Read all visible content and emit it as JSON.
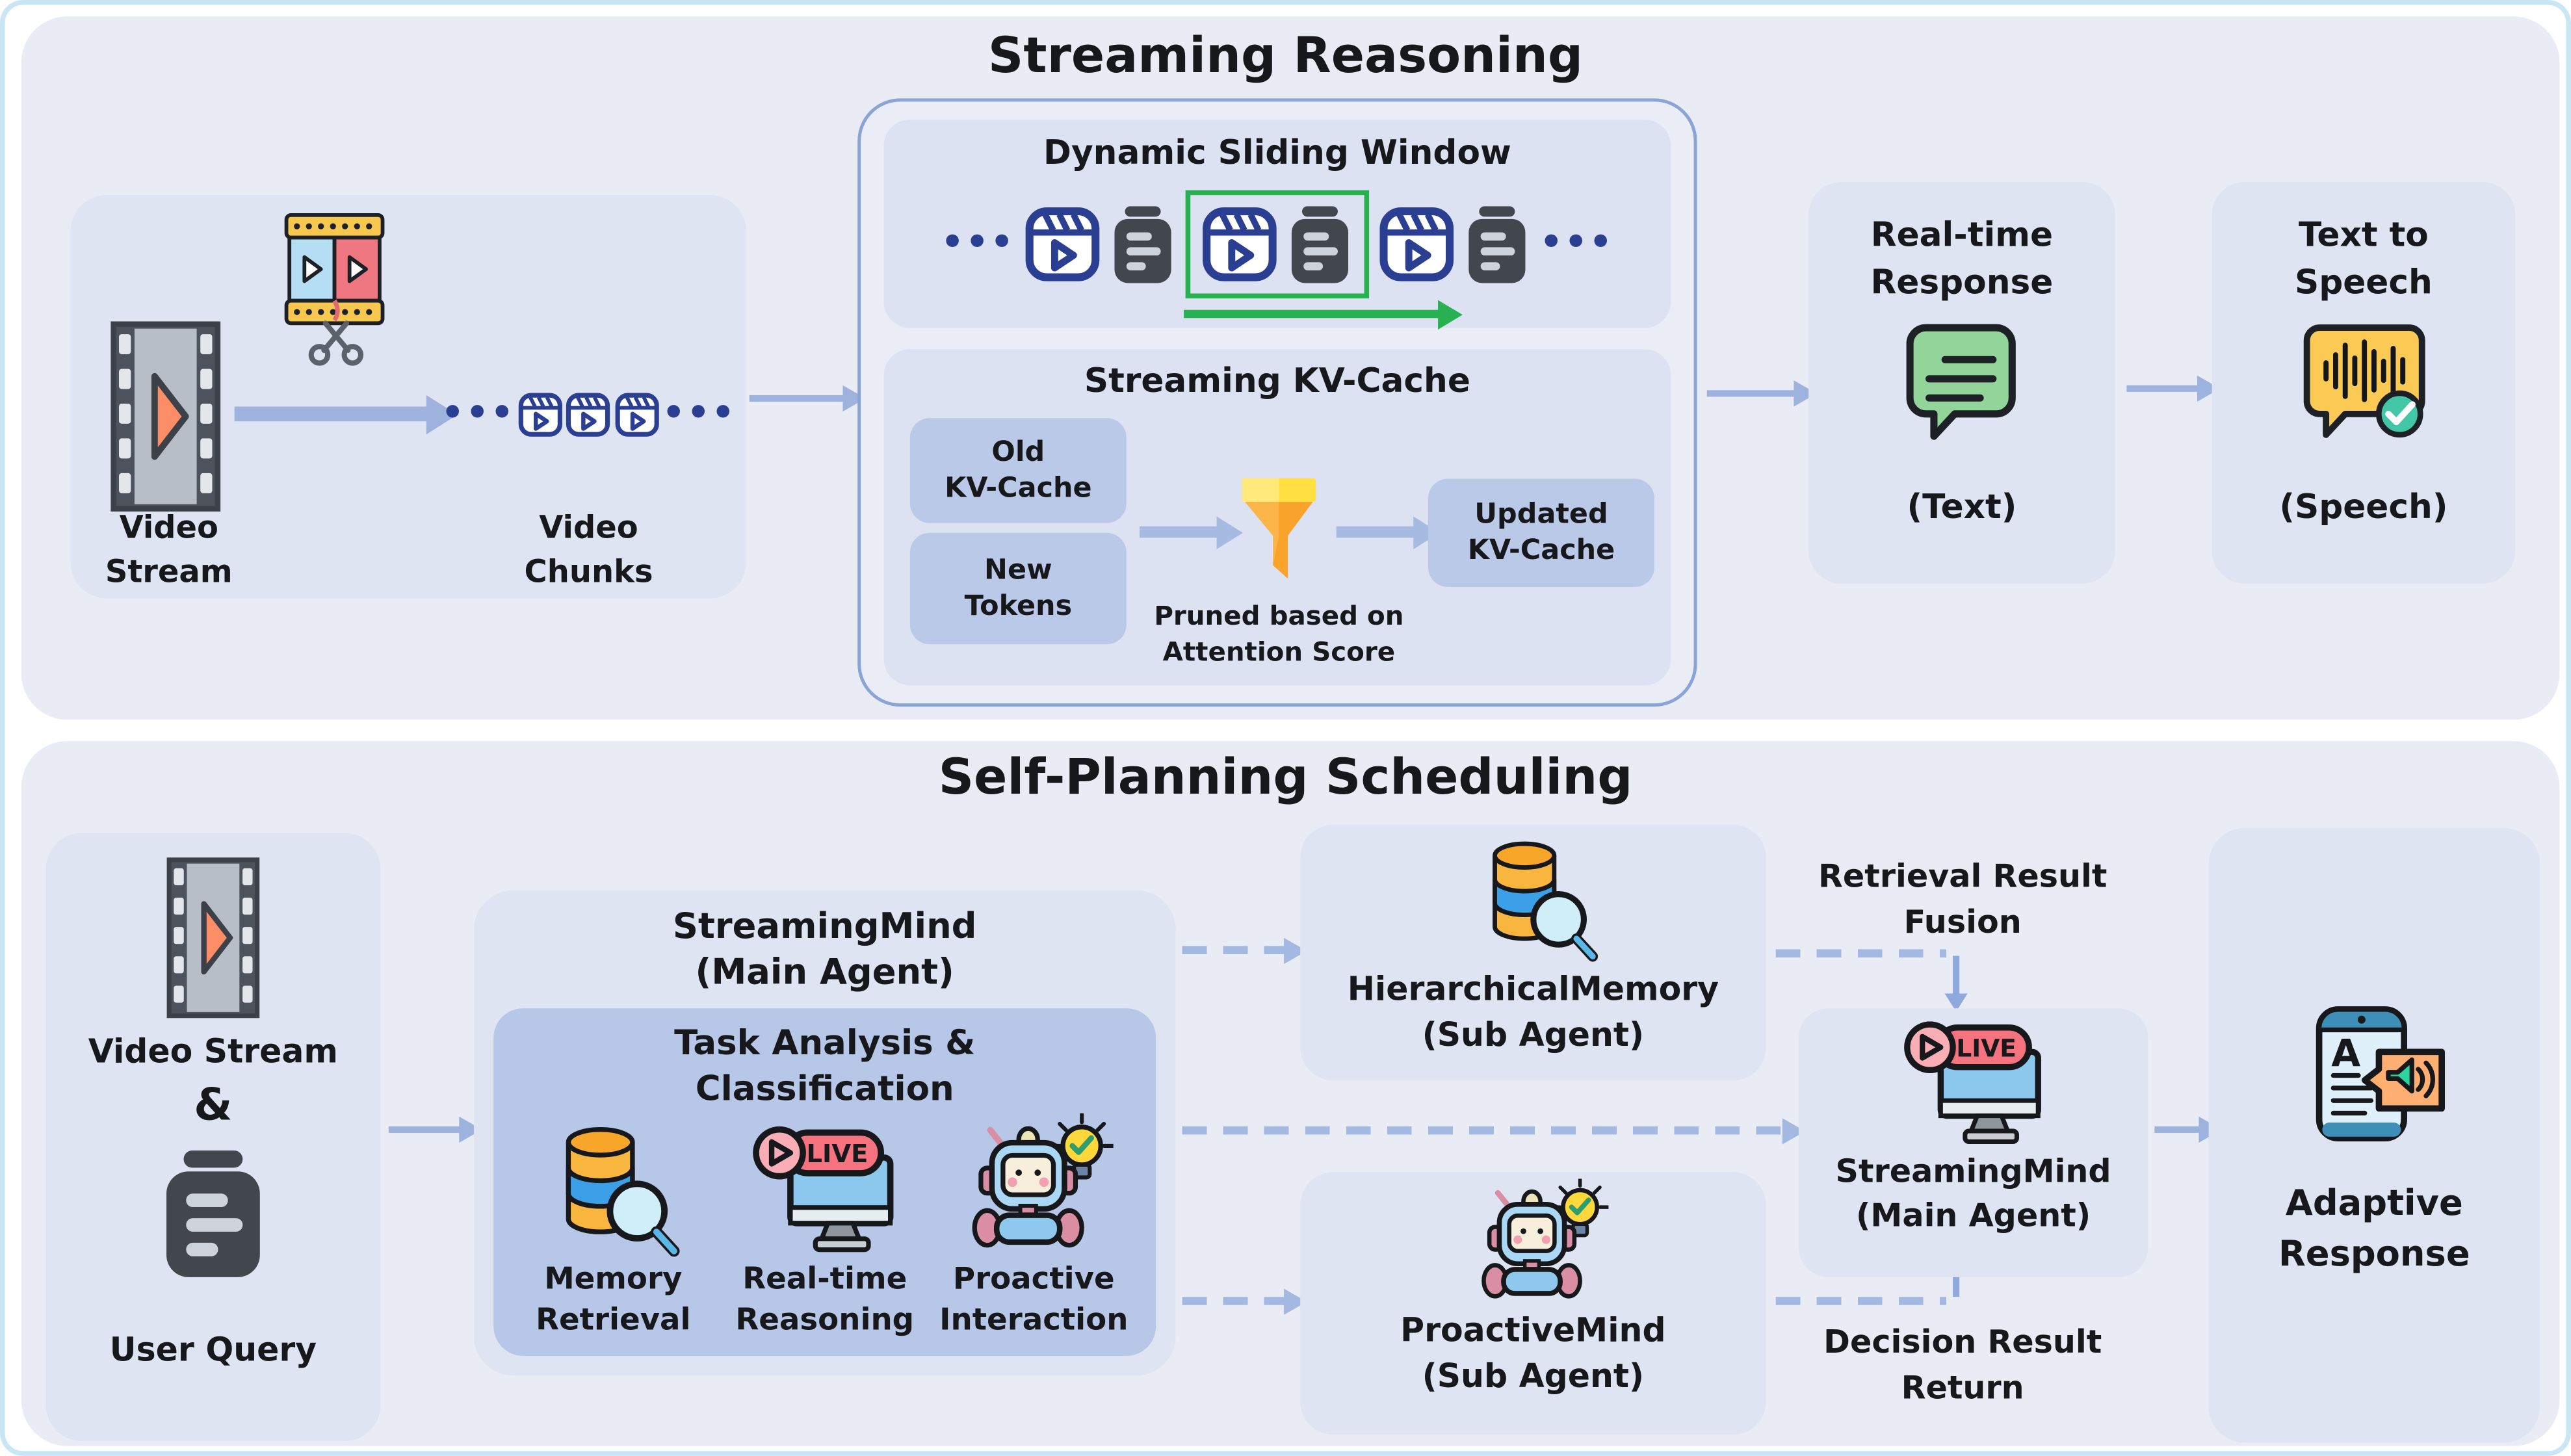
{
  "colors": {
    "page_border": "#c9e6f5",
    "panel_bg": "#e9ecf5",
    "box_bg": "#dfe4f2",
    "inner_box_bg": "#dce2f1",
    "chip_bg": "#bac9e8",
    "task_box_bg": "#b7c7e7",
    "container_border": "#8ba4d6",
    "arrow": "#9db3de",
    "dashed_arrow": "#a4b9e1",
    "highlight_green": "#27b150",
    "icon_navy": "#2a3f92",
    "live_red": "#f4737f"
  },
  "top": {
    "title": "Streaming Reasoning",
    "ellipsis": "•••",
    "video_stream_label": [
      "Video",
      "Stream"
    ],
    "video_chunks_label": [
      "Video",
      "Chunks"
    ],
    "sliding_window_title": "Dynamic Sliding Window",
    "kv_cache_title": "Streaming KV-Cache",
    "old_kv": [
      "Old",
      "KV-Cache"
    ],
    "new_tokens": [
      "New",
      "Tokens"
    ],
    "updated_kv": [
      "Updated",
      "KV-Cache"
    ],
    "pruned_note": [
      "Pruned based on",
      "Attention Score"
    ],
    "realtime_response": [
      "Real-time",
      "Response"
    ],
    "text_caption": "(Text)",
    "tts_label": [
      "Text to",
      "Speech"
    ],
    "speech_caption": "(Speech)"
  },
  "bottom": {
    "title": "Self-Planning Scheduling",
    "video_stream": "Video Stream",
    "ampersand": "&",
    "user_query": "User Query",
    "main_agent_name": "StreamingMind",
    "main_agent_role": "(Main Agent)",
    "task_title": [
      "Task Analysis &",
      "Classification"
    ],
    "memory_retrieval": [
      "Memory",
      "Retrieval"
    ],
    "realtime_reasoning": [
      "Real-time",
      "Reasoning"
    ],
    "proactive_interaction": [
      "Proactive",
      "Interaction"
    ],
    "hier_name": "HierarchicalMemory",
    "hier_role": "(Sub Agent)",
    "pro_name": "ProactiveMind",
    "pro_role": "(Sub Agent)",
    "right_agent_name": "StreamingMind",
    "right_agent_role": "(Main Agent)",
    "fusion_label": [
      "Retrieval Result",
      "Fusion"
    ],
    "return_label": [
      "Decision Result",
      "Return"
    ],
    "adaptive_response": [
      "Adaptive",
      "Response"
    ],
    "live_badge": "LIVE",
    "adaptive_icon_letter": "A"
  }
}
